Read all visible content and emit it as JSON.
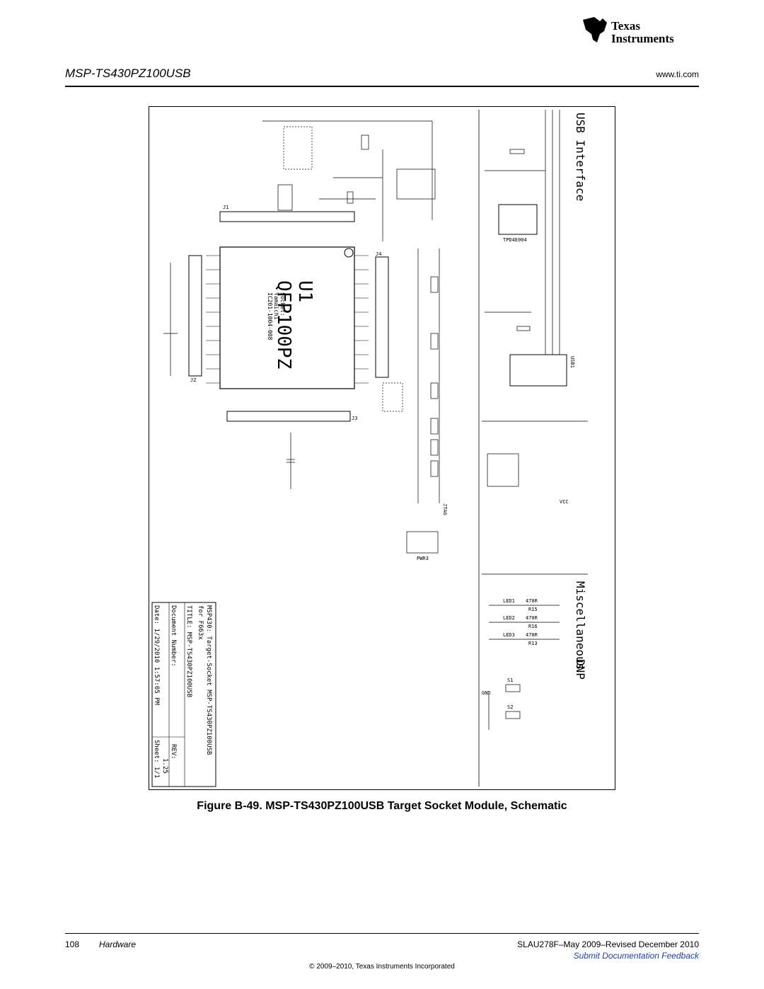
{
  "header": {
    "logo_line1": "Texas",
    "logo_line2": "Instruments",
    "doc_title": "MSP-TS430PZ100USB",
    "url": "www.ti.com"
  },
  "schematic": {
    "ic_ref": "U1",
    "ic_package": "QFP100PZ",
    "socket_note1": "Socket:",
    "socket_note2": "Yamaichi",
    "socket_note3": "IC201-1004-008",
    "section_usb": "USB Interface",
    "section_misc": "Miscellaneous",
    "dnp": "DNP",
    "usb_conn": "USB1",
    "tpd": "TPD4E004",
    "pwr": "PWR3",
    "jtag": "JTAG",
    "gnd": "GND",
    "vcc": "VCC",
    "j1": "J1",
    "j2": "J2",
    "j3": "J3",
    "j4": "J4",
    "leds": [
      "LED1",
      "LED2",
      "LED3"
    ],
    "led_res": [
      "470R",
      "470R",
      "470R"
    ],
    "res_refs": [
      "R15",
      "R16",
      "R13"
    ],
    "switches": [
      "S1",
      "S2"
    ],
    "title_block": {
      "line1": "MSP430: Target-Socket MSP-TS430PZ100USB",
      "line2": "for F663x",
      "title_row": "TITLE:  MSP-TS430PZ100USB",
      "docnum_row": "Document Number:",
      "date_row": "Date: 1/29/2010  1:57:05 PM",
      "rev_label": "REV:",
      "rev_value": "1.25",
      "sheet": "Sheet: 1/1"
    }
  },
  "caption": "Figure B-49. MSP-TS430PZ100USB Target Socket Module, Schematic",
  "footer": {
    "page": "108",
    "section": "Hardware",
    "doc_id": "SLAU278F–May 2009–Revised December 2010",
    "feedback": "Submit Documentation Feedback",
    "copyright": "© 2009–2010, Texas Instruments Incorporated"
  }
}
